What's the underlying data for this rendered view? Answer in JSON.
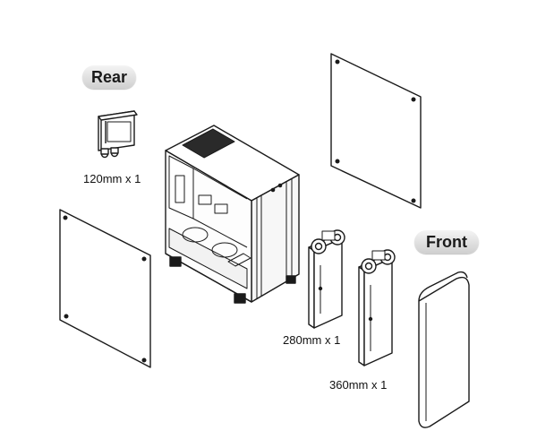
{
  "labels": {
    "rear": "Rear",
    "front": "Front"
  },
  "radiators": {
    "r120": "120mm x 1",
    "r280": "280mm x 1",
    "r360": "360mm x 1"
  },
  "colors": {
    "line": "#1a1a1a",
    "panel_fill": "#ffffff",
    "pill_fill": "#d9d9d9"
  }
}
